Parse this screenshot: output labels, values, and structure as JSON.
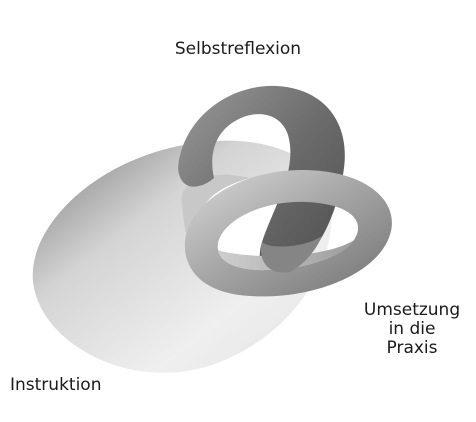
{
  "diagram": {
    "rings": [
      {
        "label": "Selbstreflexion"
      },
      {
        "label_lines": [
          "Umsetzung",
          "in die",
          "Praxis"
        ]
      },
      {
        "label": "Instruktion"
      }
    ]
  },
  "colors": {
    "background": "#ffffff",
    "text": "#1a1a1a",
    "ring_light": "#ececec",
    "ring_mid": "#bdbdbd",
    "ring_dark": "#6e6e6e"
  }
}
